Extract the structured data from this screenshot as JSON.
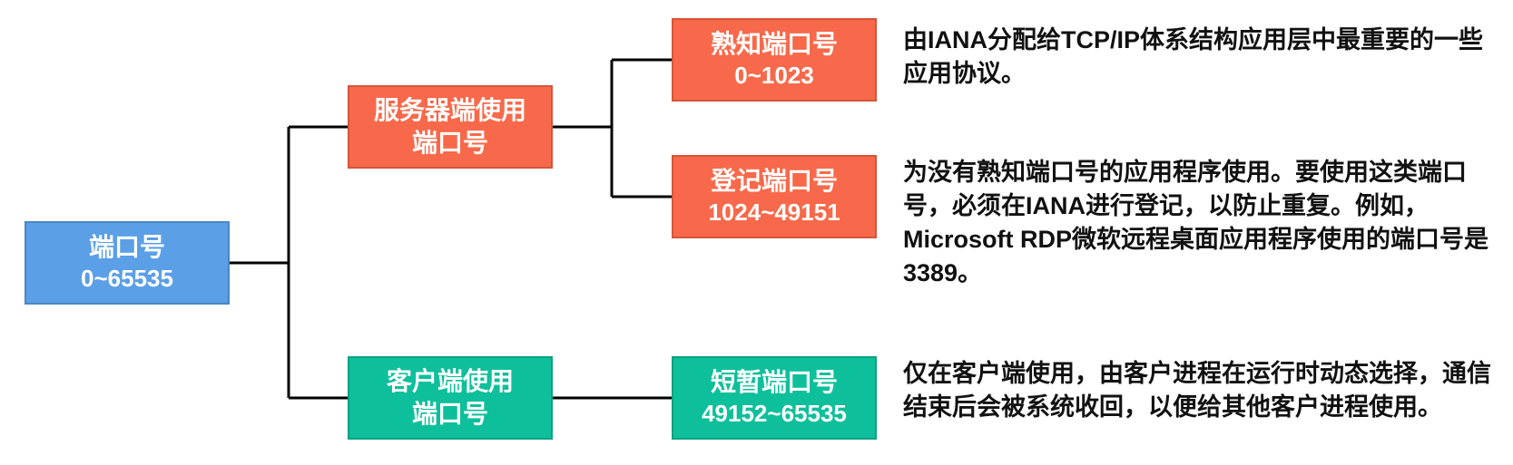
{
  "diagram": {
    "root": {
      "title": "端口号",
      "range": "0~65535",
      "color": "#5b9fe6"
    },
    "server": {
      "title": "服务器端使用",
      "subtitle": "端口号",
      "color": "#f7694a"
    },
    "client": {
      "title": "客户端使用",
      "subtitle": "端口号",
      "color": "#0ebf9b"
    },
    "well_known": {
      "title": "熟知端口号",
      "range": "0~1023",
      "description": "由IANA分配给TCP/IP体系结构应用层中最重要的一些应用协议。"
    },
    "registered": {
      "title": "登记端口号",
      "range": "1024~49151",
      "description": "为没有熟知端口号的应用程序使用。要使用这类端口号，必须在IANA进行登记，以防止重复。例如，Microsoft RDP微软远程桌面应用程序使用的端口号是3389。"
    },
    "ephemeral": {
      "title": "短暂端口号",
      "range": "49152~65535",
      "description": "仅在客户端使用，由客户进程在运行时动态选择，通信结束后会被系统收回，以便给其他客户进程使用。"
    },
    "connector_color": "#000000"
  }
}
